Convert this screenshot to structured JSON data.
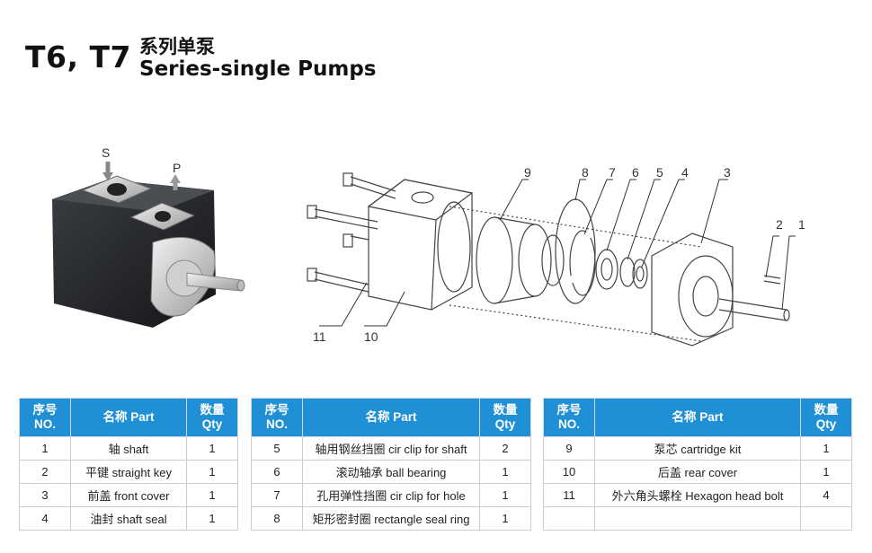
{
  "title": {
    "model": "T6, T7",
    "cn": "系列单泵",
    "en": "Series-single Pumps"
  },
  "photo": {
    "port_s": "S",
    "port_p": "P"
  },
  "diagram": {
    "callouts": [
      "1",
      "2",
      "3",
      "4",
      "5",
      "6",
      "7",
      "8",
      "9",
      "10",
      "11"
    ]
  },
  "headers": {
    "no": [
      "序号",
      "NO."
    ],
    "part": "名称 Part",
    "qty": [
      "数量",
      "Qty"
    ]
  },
  "tables": [
    {
      "rows": [
        {
          "no": "1",
          "part": "轴 shaft",
          "qty": "1"
        },
        {
          "no": "2",
          "part": "平键 straight key",
          "qty": "1"
        },
        {
          "no": "3",
          "part": "前盖 front cover",
          "qty": "1"
        },
        {
          "no": "4",
          "part": "油封 shaft seal",
          "qty": "1"
        }
      ]
    },
    {
      "rows": [
        {
          "no": "5",
          "part": "轴用钢丝挡圈 cir clip for shaft",
          "qty": "2"
        },
        {
          "no": "6",
          "part": "滚动轴承 ball bearing",
          "qty": "1"
        },
        {
          "no": "7",
          "part": "孔用弹性挡圈 cir clip for hole",
          "qty": "1"
        },
        {
          "no": "8",
          "part": "矩形密封圈 rectangle seal ring",
          "qty": "1"
        }
      ]
    },
    {
      "rows": [
        {
          "no": "9",
          "part": "泵芯 cartridge kit",
          "qty": "1"
        },
        {
          "no": "10",
          "part": "后盖 rear cover",
          "qty": "1"
        },
        {
          "no": "11",
          "part": "外六角头螺栓 Hexagon head bolt",
          "qty": "4"
        },
        {
          "no": "",
          "part": "",
          "qty": ""
        }
      ]
    }
  ],
  "colors": {
    "header_bg": "#1f8fd6",
    "header_text": "#ffffff",
    "border": "#c9ccd1"
  }
}
